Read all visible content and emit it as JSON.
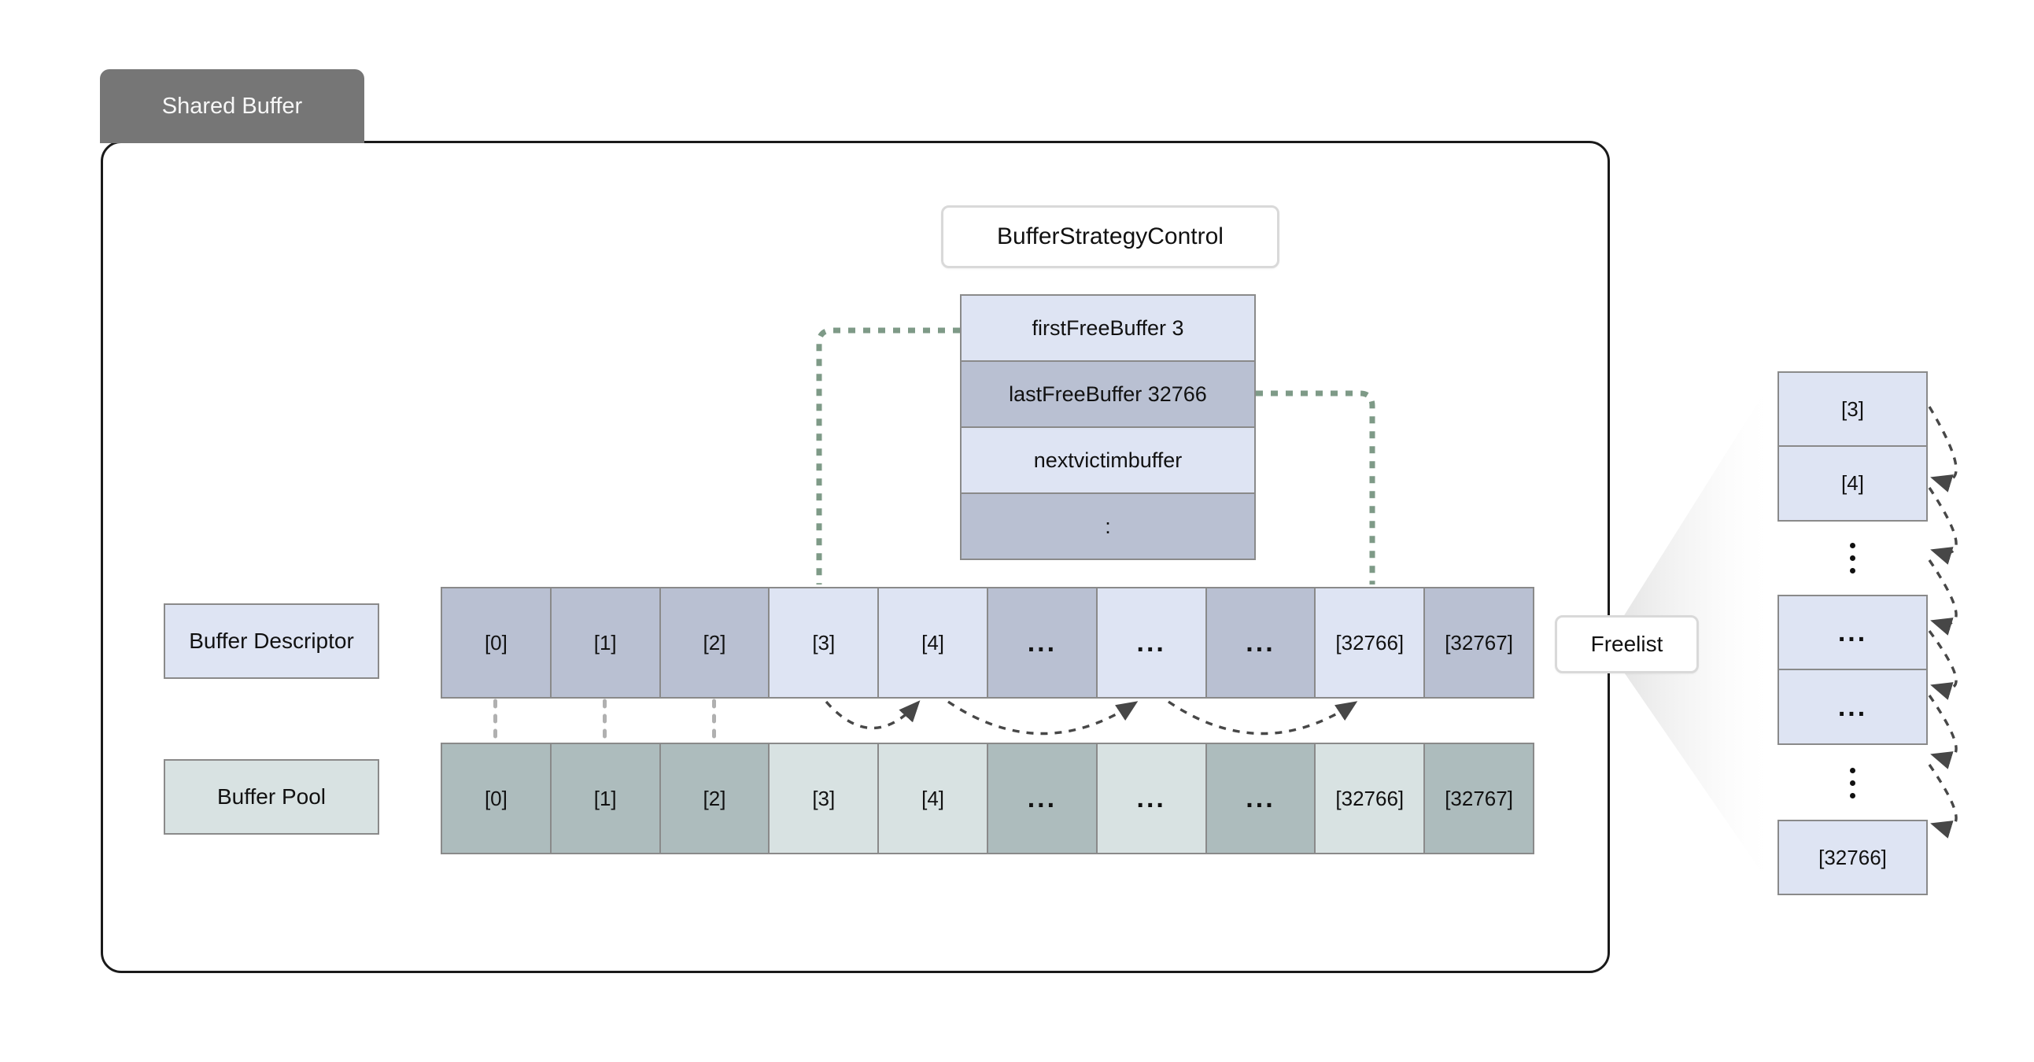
{
  "tab": {
    "label": "Shared Buffer"
  },
  "strategy_control": {
    "title": "BufferStrategyControl",
    "rows": [
      {
        "label": "firstFreeBuffer 3",
        "tone": "light"
      },
      {
        "label": "lastFreeBuffer 32766",
        "tone": "dark"
      },
      {
        "label": "nextvictimbuffer",
        "tone": "light"
      },
      {
        "label": ":",
        "tone": "dark"
      }
    ]
  },
  "descriptor": {
    "label": "Buffer Descriptor",
    "cells": [
      {
        "label": "[0]",
        "tone": "dark"
      },
      {
        "label": "[1]",
        "tone": "dark"
      },
      {
        "label": "[2]",
        "tone": "dark"
      },
      {
        "label": "[3]",
        "tone": "light"
      },
      {
        "label": "[4]",
        "tone": "light"
      },
      {
        "label": "...",
        "tone": "dark"
      },
      {
        "label": "...",
        "tone": "light"
      },
      {
        "label": "...",
        "tone": "dark"
      },
      {
        "label": "[32766]",
        "tone": "light"
      },
      {
        "label": "[32767]",
        "tone": "dark"
      }
    ]
  },
  "pool": {
    "label": "Buffer Pool",
    "cells": [
      {
        "label": "[0]",
        "tone": "dark"
      },
      {
        "label": "[1]",
        "tone": "dark"
      },
      {
        "label": "[2]",
        "tone": "dark"
      },
      {
        "label": "[3]",
        "tone": "light"
      },
      {
        "label": "[4]",
        "tone": "light"
      },
      {
        "label": "...",
        "tone": "dark"
      },
      {
        "label": "...",
        "tone": "light"
      },
      {
        "label": "...",
        "tone": "dark"
      },
      {
        "label": "[32766]",
        "tone": "light"
      },
      {
        "label": "[32767]",
        "tone": "dark"
      }
    ]
  },
  "freelist": {
    "label": "Freelist",
    "items": [
      {
        "type": "box",
        "label": "[3]"
      },
      {
        "type": "box",
        "label": "[4]"
      },
      {
        "type": "vdots"
      },
      {
        "type": "box",
        "label": "..."
      },
      {
        "type": "box",
        "label": "..."
      },
      {
        "type": "vdots"
      },
      {
        "type": "box",
        "label": "[32766]"
      }
    ]
  },
  "colors": {
    "tab_bg": "#767676",
    "tab_text": "#f7f7f7",
    "border_dark": "#1a1a1a",
    "box_border": "#8a8a8a",
    "pill_border": "#d9d9d9",
    "lav_light": "#dee4f3",
    "lav_dark": "#b9c0d2",
    "teal_light": "#d8e2e2",
    "teal_dark": "#adbcbd",
    "green_dotted": "#7e9a87",
    "arc": "#474747",
    "connector_gray": "#b0b0b0",
    "wedge_gray": "#e3e3e3"
  }
}
